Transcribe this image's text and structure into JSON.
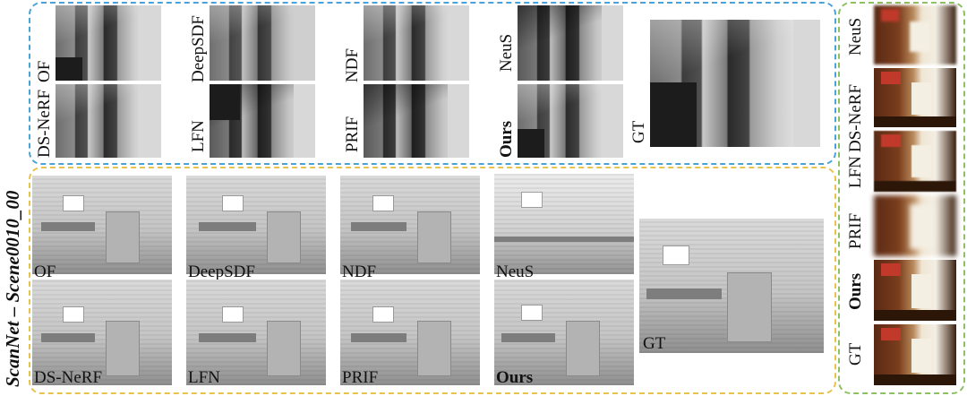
{
  "scene_label": "ScanNet – Scene0010_00",
  "depth_panel": {
    "methods": [
      "OF",
      "DeepSDF",
      "NDF",
      "NeuS",
      "DS-NeRF",
      "LFN",
      "PRIF",
      "Ours"
    ],
    "gt_label": "GT"
  },
  "mesh_panel": {
    "methods": [
      "OF",
      "DeepSDF",
      "NDF",
      "NeuS",
      "DS-NeRF",
      "LFN",
      "PRIF",
      "Ours"
    ],
    "gt_label": "GT"
  },
  "rgb_panel": {
    "methods": [
      "NeuS",
      "DS-NeRF",
      "LFN",
      "PRIF",
      "Ours",
      "GT"
    ]
  },
  "colors": {
    "blue_box": "#4aa3d6",
    "yellow_box": "#e8c24a",
    "green_box": "#8cc063"
  }
}
